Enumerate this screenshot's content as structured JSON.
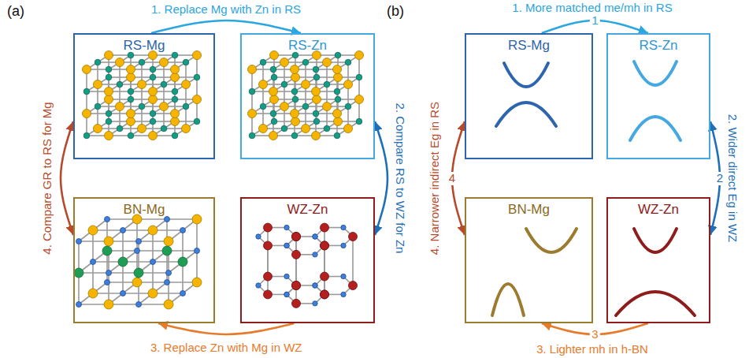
{
  "diagram": {
    "nodes": [
      {
        "text": [
          "RS-Mg"
        ]
      },
      {
        "text": [
          "RS-Zn"
        ]
      },
      {
        "text": [
          "BN-Mg"
        ]
      },
      {
        "text": [
          "WZ-Zn"
        ]
      },
      {
        "text": [
          "RS-Mg"
        ]
      },
      {
        "text": [
          "RS-Zn"
        ]
      },
      {
        "text": [
          "BN-Mg"
        ]
      },
      {
        "text": [
          "WZ-Zn"
        ]
      }
    ],
    "edges": [
      {
        "from": 0,
        "to": 1,
        "arrow": "to",
        "label": "1. Replace Mg with Zn in RS"
      },
      {
        "from": 1,
        "to": 3,
        "arrow": "both",
        "label": "2. Compare RS to WZ for Zn"
      },
      {
        "from": 3,
        "to": 2,
        "arrow": "to",
        "label": "3. Replace Zn with Mg in WZ"
      },
      {
        "from": 2,
        "to": 0,
        "arrow": "both",
        "label": "4. Compare GR to RS for Mg"
      },
      {
        "from": 4,
        "to": 5,
        "arrow": "to",
        "label": "1"
      },
      {
        "from": 5,
        "to": 7,
        "arrow": "both",
        "label": "2"
      },
      {
        "from": 7,
        "to": 6,
        "arrow": "to",
        "label": "3"
      },
      {
        "from": 6,
        "to": 4,
        "arrow": "both",
        "label": "4"
      }
    ],
    "labels": [
      "(a)",
      "(b)",
      "1. More matched me/mh in RS",
      "2. Wider direct Eg in WZ",
      "3. Lighter mh in h-BN",
      "4. Narrower indirect Eg in RS"
    ]
  }
}
